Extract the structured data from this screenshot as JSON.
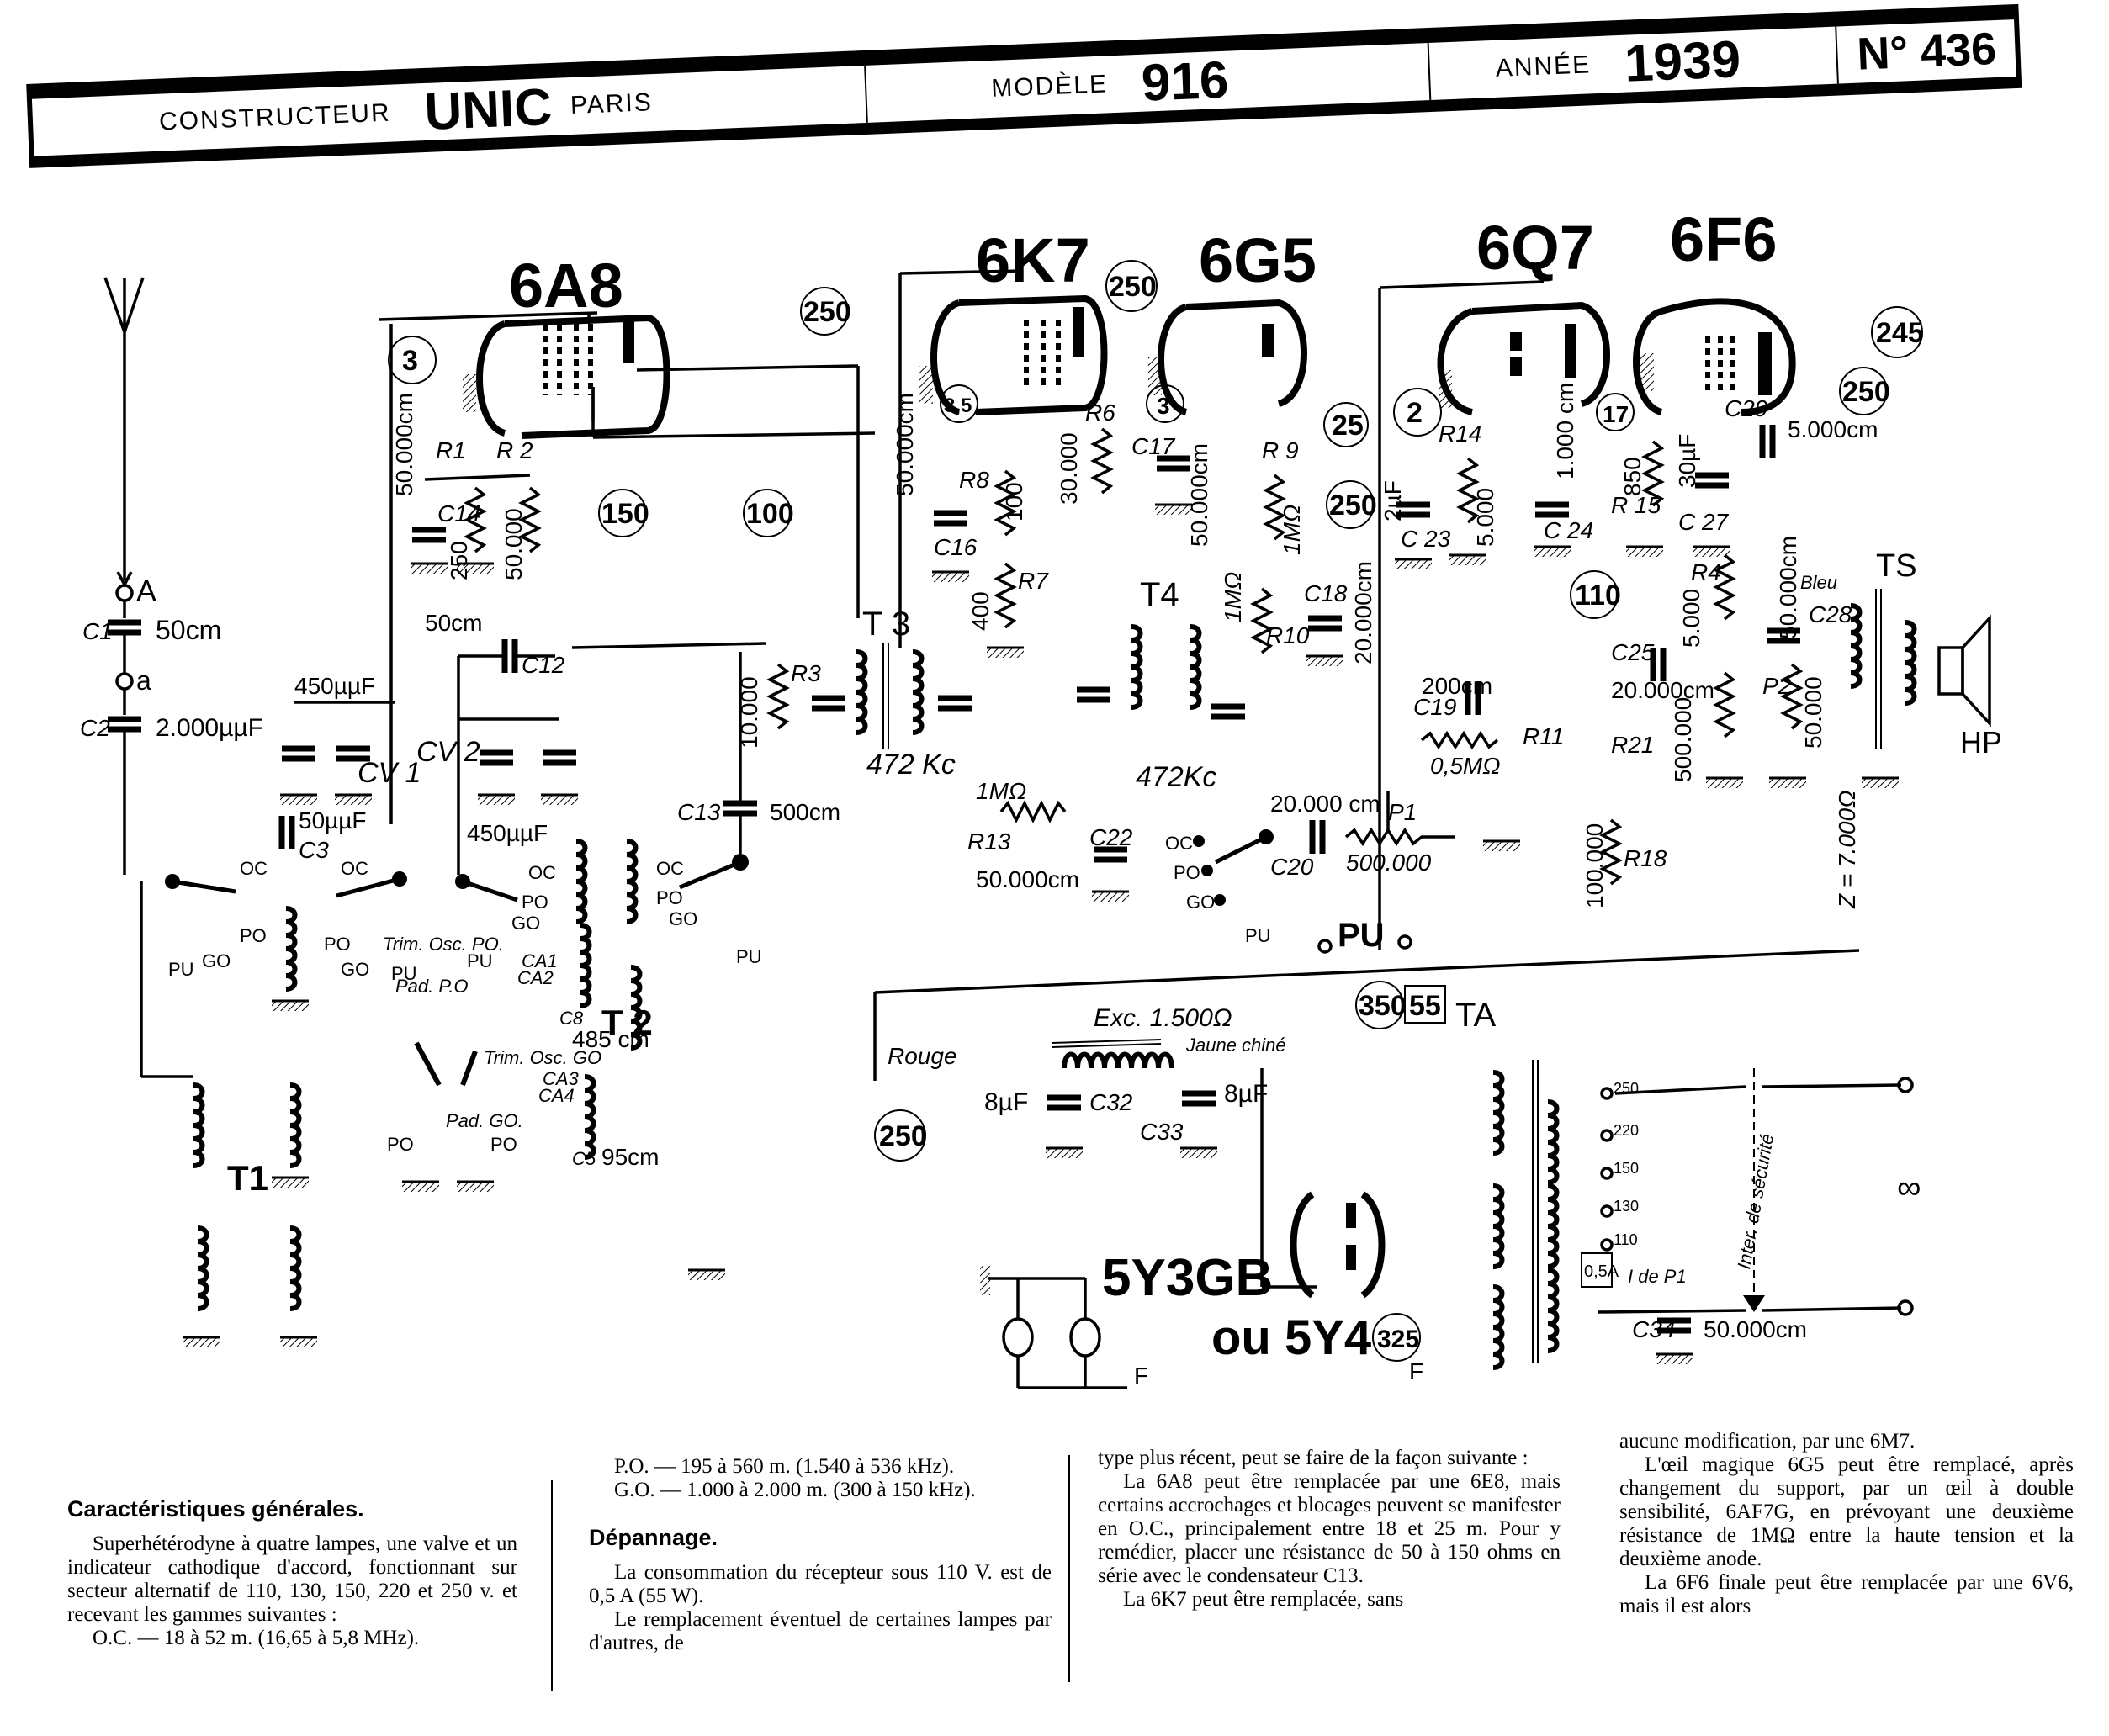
{
  "header": {
    "constructeur_label": "CONSTRUCTEUR",
    "constructeur": "UNIC",
    "ville": "PARIS",
    "modele_label": "MODÈLE",
    "modele": "916",
    "annee_label": "ANNÉE",
    "annee": "1939",
    "numero": "N° 436"
  },
  "tubes": {
    "t1": "6A8",
    "t2": "6K7",
    "t3": "6G5",
    "t4": "6Q7",
    "t5": "6F6",
    "rect1": "5Y3GB",
    "rect2": "ou 5Y4"
  },
  "voltages": {
    "v_6a8_cathode": "3",
    "v_6a8_plate": "250",
    "v_6a8_screen": "150",
    "v_6a8_osc": "100",
    "v_6k7_cathode": "3,5",
    "v_6k7_plate": "250",
    "v_6g5_cathode": "3",
    "v_6g5_target": "250",
    "v_6g5_grid": "25",
    "v_6q7_cathode": "2",
    "v_6q7_plate": "110",
    "v_6f6_cathode": "17",
    "v_6f6_plate": "245",
    "v_6f6_screen": "250",
    "v_hv_in": "350",
    "v_hv_ma": "55",
    "v_filter": "250",
    "v_rect": "325"
  },
  "components": {
    "antenna_A": "A",
    "antenna_a": "a",
    "C1": "C1",
    "C1_val": "50cm",
    "C2": "C2",
    "C2_val": "2.000µµF",
    "CV1_val": "450µµF",
    "CV1": "CV 1",
    "CV2": "CV 2",
    "CV2_val": "450µµF",
    "C3": "C3",
    "C3_val": "50µµF",
    "C12": "C12",
    "C12_val": "50cm",
    "C14": "C14",
    "C14_val": "50.000cm",
    "R1": "R1",
    "R1_val": "250",
    "R2": "R 2",
    "R2_val": "50.000",
    "R3": "R3",
    "R3_val": "10.000",
    "C13": "C13",
    "C13_val": "500cm",
    "T1": "T1",
    "T2": "T 2",
    "T3": "T 3",
    "T4": "T4",
    "T3_freq": "472 Kc",
    "T4_freq": "472Kc",
    "C16": "C16",
    "C16_val": "50.000cm",
    "R8": "R8",
    "R8_val": "100",
    "R7": "R7",
    "R7_val": "400",
    "R6": "R6",
    "R6_val": "30.000",
    "C17": "C17",
    "C17_val": "50.000cm",
    "R9": "R 9",
    "R9_val": "1MΩ",
    "R10": "R10",
    "R10_val": "1MΩ",
    "C18": "C18",
    "C18_val": "20.000cm",
    "R13": "R13",
    "R13_val": "1MΩ",
    "C22": "C22",
    "C22_val": "50.000cm",
    "C20": "C20",
    "C20_val": "20.000 cm",
    "P1": "P1",
    "P1_val": "500.000",
    "C19": "C19",
    "C19_val": "200cm",
    "R11": "R11",
    "R11_val": "0,5MΩ",
    "C23": "C 23",
    "C23_val": "2µF",
    "R14": "R14",
    "R14_val": "5.000",
    "C24": "C 24",
    "C24_val": "1.000 cm",
    "R15": "R 15",
    "R15_val": "850",
    "C27": "C 27",
    "C27_val": "30µF",
    "C29": "C29",
    "C29_val": "5.000cm",
    "R4": "R4",
    "R4_val": "5.000",
    "C25": "C25",
    "C25_val": "20.000cm",
    "R21": "R21",
    "R21_val": "500.000",
    "R18": "R18",
    "R18_val": "100.000",
    "C28": "C28",
    "C28_val": "50.000cm",
    "P2": "P2",
    "P2_val": "50.000",
    "Z": "Z = 7.000Ω",
    "TS": "TS",
    "HP": "HP",
    "bleu": "Bleu",
    "exc": "Exc. 1.500Ω",
    "jaune": "Jaune chiné",
    "rouge": "Rouge",
    "C32": "C32",
    "C32_val": "8µF",
    "C33": "C33",
    "C33_val": "8µF",
    "TA": "TA",
    "C34": "C34",
    "C34_val": "50.000cm",
    "fuse": "0,5A",
    "i_p1": "I de P1",
    "inter": "Inter. de sécurité",
    "taps": [
      "250",
      "220",
      "150",
      "130",
      "110"
    ],
    "F": "F",
    "pu": "PU",
    "trim_osc_po": "Trim. Osc. PO.",
    "pad_po": "Pad. P.O",
    "trim_osc_go": "Trim. Osc. GO",
    "pad_go": "Pad. GO.",
    "CA1": "CA1",
    "CA2": "CA2",
    "CA3": "CA3",
    "CA4": "CA4",
    "C8": "C8",
    "C8_val": "485 cm",
    "C5": "C5",
    "C5_val": "95cm",
    "sw_oc": "OC",
    "sw_po": "PO",
    "sw_go": "GO",
    "sw_pu": "PU"
  },
  "text": {
    "col1_title": "Caractéristiques générales.",
    "col1_p1": "Superhétérodyne à quatre lampes, une valve et un indicateur cathodique d'accord, fonctionnant sur secteur alternatif de 110, 130, 150, 220 et 250 v. et recevant les gammes suivantes :",
    "col1_oc": "O.C. — 18 à 52 m. (16,65 à 5,8 MHz).",
    "col2_po": "P.O. — 195 à 560 m. (1.540 à 536 kHz).",
    "col2_go": "G.O. — 1.000 à 2.000 m. (300 à 150 kHz).",
    "col2_title": "Dépannage.",
    "col2_p1": "La consommation du récepteur sous 110 V. est de 0,5 A (55 W).",
    "col2_p2": "Le remplacement éventuel de certaines lampes par d'autres, de",
    "col3_p0": "type plus récent, peut se faire de la façon suivante :",
    "col3_p1": "La 6A8 peut être remplacée par une 6E8, mais certains accrochages et blocages peuvent se manifester en O.C., principalement entre 18 et 25 m. Pour y remédier, placer une résistance de 50 à 150 ohms en série avec le condensateur C13.",
    "col3_p2": "La 6K7 peut être remplacée, sans",
    "col4_p0": "aucune modification, par une 6M7.",
    "col4_p1": "L'œil magique 6G5 peut être remplacé, après changement du support, par un œil à double sensibilité, 6AF7G, en prévoyant une deuxième résistance de 1MΩ entre la haute tension et la deuxième anode.",
    "col4_p2": "La 6F6 finale peut être remplacée par une 6V6, mais il est alors"
  }
}
